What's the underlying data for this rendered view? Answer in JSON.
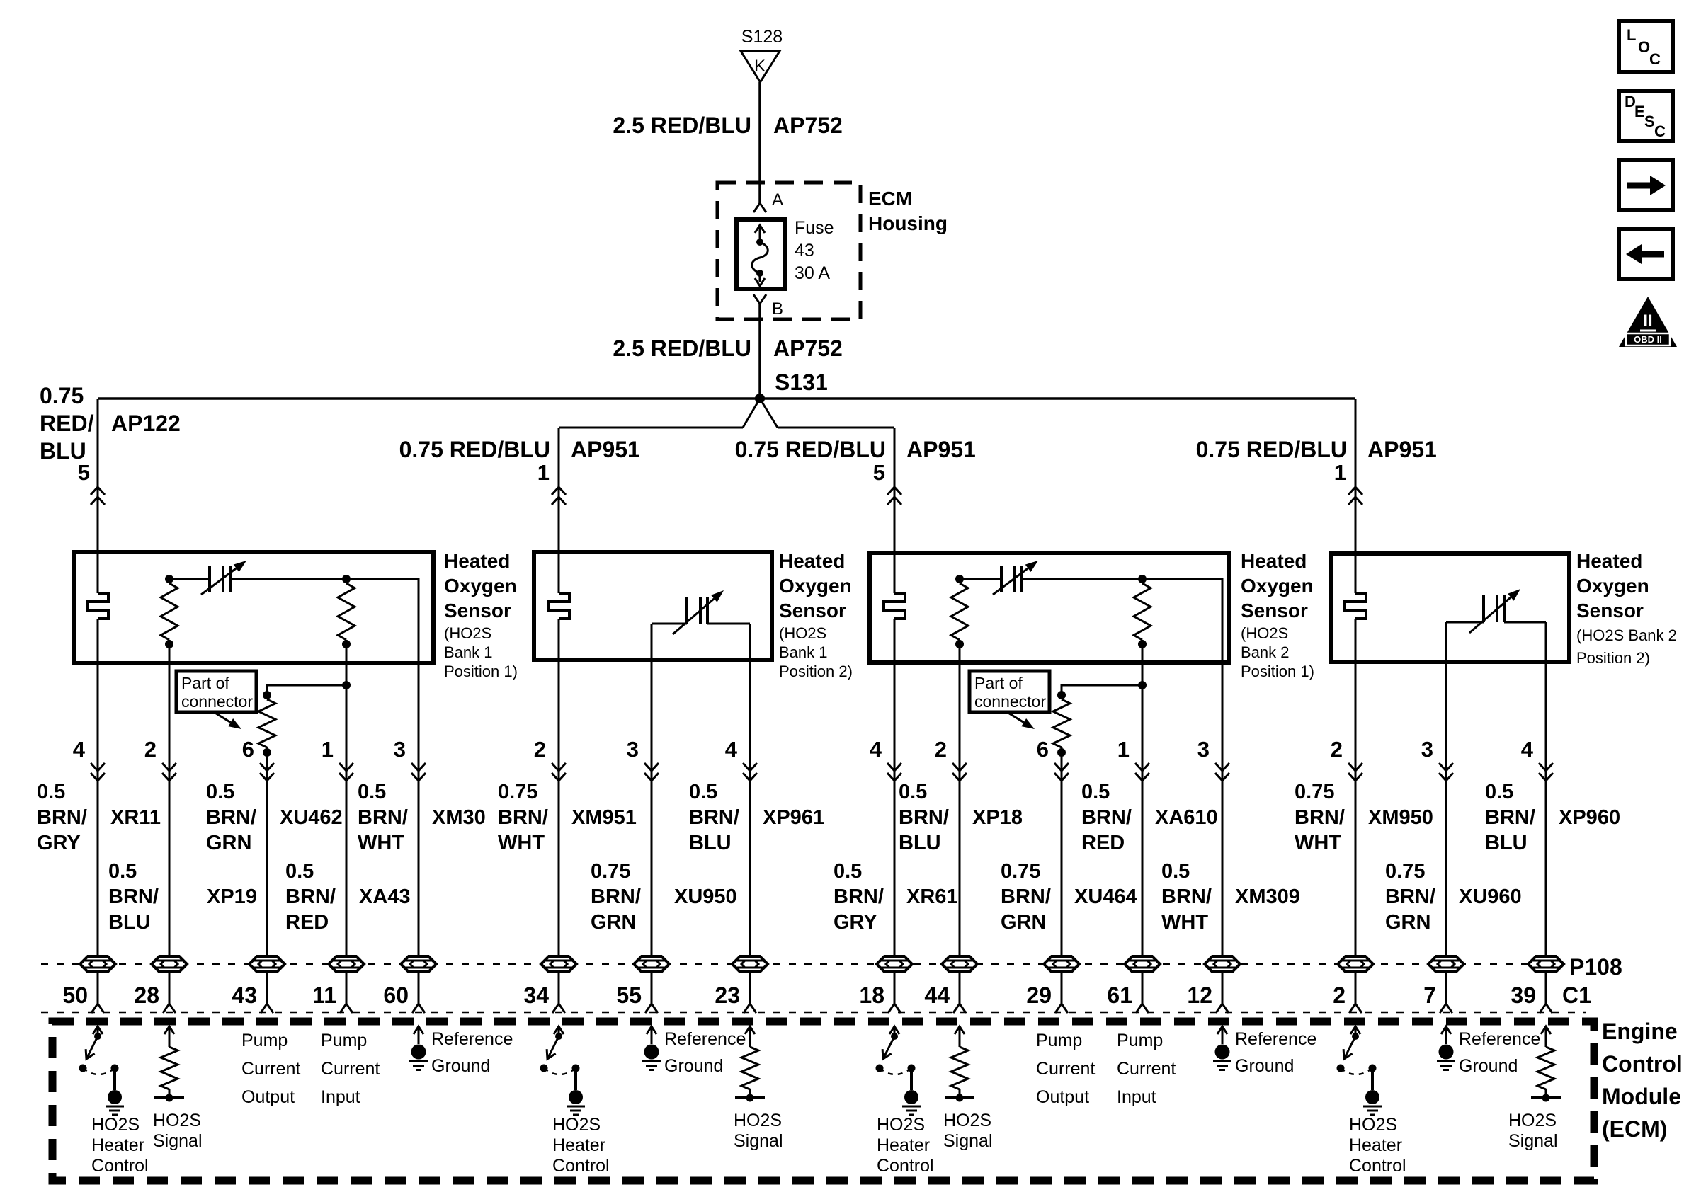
{
  "page": {
    "background": "#ffffff",
    "ink": "#000000"
  },
  "power_feed": {
    "source_splice": "S128",
    "source_grid": "K",
    "wire_above_fuse": {
      "size_color": "2.5 RED/BLU",
      "circuit": "AP752"
    },
    "ecm_housing": {
      "title_lines": [
        "ECM",
        "Housing"
      ],
      "terminal_in": "A",
      "terminal_out": "B",
      "fuse_lines": [
        "Fuse",
        "43",
        "30 A"
      ]
    },
    "wire_below_fuse": {
      "size_color": "2.5 RED/BLU",
      "circuit": "AP752"
    },
    "splice": "S131"
  },
  "branches": [
    {
      "size_color_lines": [
        "0.75",
        "RED/",
        "BLU"
      ],
      "circuit": "AP122",
      "terminal": "5"
    },
    {
      "size_color_lines": [
        "0.75 RED/BLU"
      ],
      "circuit": "AP951",
      "terminal": "1"
    },
    {
      "size_color_lines": [
        "0.75 RED/BLU"
      ],
      "circuit": "AP951",
      "terminal": "5"
    },
    {
      "size_color_lines": [
        "0.75 RED/BLU"
      ],
      "circuit": "AP951",
      "terminal": "1"
    }
  ],
  "sensors": [
    {
      "title_lines": [
        "Heated",
        "Oxygen",
        "Sensor"
      ],
      "subtitle_lines": [
        "(HO2S",
        "Bank 1",
        "Position 1)"
      ],
      "connector_note_lines": [
        "Part of",
        "connector"
      ],
      "wires": [
        {
          "terminal": "4",
          "color_lines": [
            "0.5",
            "BRN/",
            "GRY"
          ],
          "circuit": "XR11",
          "ecm_pin": "50",
          "ecm_function_lines": [
            "HO2S",
            "Heater",
            "Control"
          ]
        },
        {
          "terminal": "2",
          "color_lines": [
            "0.5",
            "BRN/",
            "BLU"
          ],
          "circuit": "XP19",
          "ecm_pin": "28",
          "ecm_function_lines": [
            "HO2S",
            "Signal"
          ]
        },
        {
          "terminal": "6",
          "color_lines": [
            "0.5",
            "BRN/",
            "GRN"
          ],
          "circuit": "XU462",
          "ecm_pin": "43",
          "ecm_function_lines": [
            "Pump",
            "Current",
            "Output"
          ]
        },
        {
          "terminal": "1",
          "color_lines": [
            "0.5",
            "BRN/",
            "RED"
          ],
          "circuit": "XA43",
          "ecm_pin": "11",
          "ecm_function_lines": [
            "Pump",
            "Current",
            "Input"
          ]
        },
        {
          "terminal": "3",
          "color_lines": [
            "0.5",
            "BRN/",
            "WHT"
          ],
          "circuit": "XM30",
          "ecm_pin": "60",
          "ecm_function_lines": [
            "Reference",
            "Ground"
          ]
        }
      ]
    },
    {
      "title_lines": [
        "Heated",
        "Oxygen",
        "Sensor"
      ],
      "subtitle_lines": [
        "(HO2S",
        "Bank 1",
        "Position 2)"
      ],
      "wires": [
        {
          "terminal": "2",
          "color_lines": [
            "0.75",
            "BRN/",
            "WHT"
          ],
          "circuit": "XM951",
          "ecm_pin": "34",
          "ecm_function_lines": [
            "HO2S",
            "Heater",
            "Control"
          ]
        },
        {
          "terminal": "3",
          "color_lines": [
            "0.75",
            "BRN/",
            "GRN"
          ],
          "circuit": "XU950",
          "ecm_pin": "55",
          "ecm_function_lines": [
            "Reference",
            "Ground"
          ]
        },
        {
          "terminal": "4",
          "color_lines": [
            "0.5",
            "BRN/",
            "BLU"
          ],
          "circuit": "XP961",
          "ecm_pin": "23",
          "ecm_function_lines": [
            "HO2S",
            "Signal"
          ]
        }
      ]
    },
    {
      "title_lines": [
        "Heated",
        "Oxygen",
        "Sensor"
      ],
      "subtitle_lines": [
        "(HO2S",
        "Bank 2",
        "Position 1)"
      ],
      "connector_note_lines": [
        "Part of",
        "connector"
      ],
      "wires": [
        {
          "terminal": "4",
          "color_lines": [
            "0.5",
            "BRN/",
            "GRY"
          ],
          "circuit": "XR61",
          "ecm_pin": "18",
          "ecm_function_lines": [
            "HO2S",
            "Heater",
            "Control"
          ]
        },
        {
          "terminal": "2",
          "color_lines": [
            "0.5",
            "BRN/",
            "BLU"
          ],
          "circuit": "XP18",
          "ecm_pin": "44",
          "ecm_function_lines": [
            "HO2S",
            "Signal"
          ]
        },
        {
          "terminal": "6",
          "color_lines": [
            "0.75",
            "BRN/",
            "GRN"
          ],
          "circuit": "XU464",
          "ecm_pin": "29",
          "ecm_function_lines": [
            "Pump",
            "Current",
            "Output"
          ]
        },
        {
          "terminal": "1",
          "color_lines": [
            "0.5",
            "BRN/",
            "RED"
          ],
          "circuit": "XA610",
          "ecm_pin": "61",
          "ecm_function_lines": [
            "Pump",
            "Current",
            "Input"
          ]
        },
        {
          "terminal": "3",
          "color_lines": [
            "0.5",
            "BRN/",
            "WHT"
          ],
          "circuit": "XM309",
          "ecm_pin": "12",
          "ecm_function_lines": [
            "Reference",
            "Ground"
          ]
        }
      ]
    },
    {
      "title_lines": [
        "Heated",
        "Oxygen",
        "Sensor"
      ],
      "subtitle_lines": [
        "(HO2S Bank 2",
        "Position 2)"
      ],
      "wires": [
        {
          "terminal": "2",
          "color_lines": [
            "0.75",
            "BRN/",
            "WHT"
          ],
          "circuit": "XM950",
          "ecm_pin": "2",
          "ecm_function_lines": [
            "HO2S",
            "Heater",
            "Control"
          ]
        },
        {
          "terminal": "3",
          "color_lines": [
            "0.75",
            "BRN/",
            "GRN"
          ],
          "circuit": "XU960",
          "ecm_pin": "7",
          "ecm_function_lines": [
            "Reference",
            "Ground"
          ]
        },
        {
          "terminal": "4",
          "color_lines": [
            "0.5",
            "BRN/",
            "BLU"
          ],
          "circuit": "XP960",
          "ecm_pin": "39",
          "ecm_function_lines": [
            "HO2S",
            "Signal"
          ]
        }
      ]
    }
  ],
  "interface": {
    "harness_connector": "P108",
    "ecm_connector": "C1"
  },
  "ecm": {
    "title_lines": [
      "Engine",
      "Control",
      "Module",
      "(ECM)"
    ]
  },
  "legend": {
    "loc_letters": [
      "L",
      "O",
      "C"
    ],
    "desc_letters": [
      "D",
      "E",
      "S",
      "C"
    ],
    "obd2": {
      "numeral": "II",
      "caption": "OBD II"
    }
  }
}
